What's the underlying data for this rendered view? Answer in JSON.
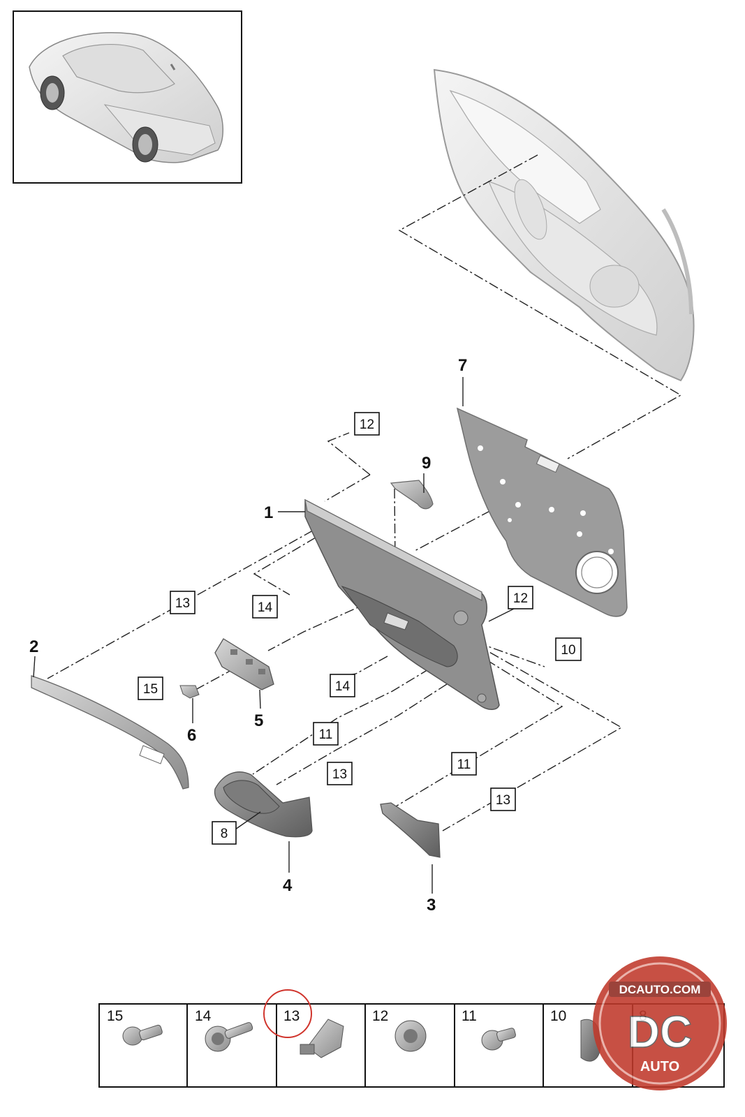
{
  "callouts": {
    "c1": "1",
    "c2": "2",
    "c3": "3",
    "c4": "4",
    "c5": "5",
    "c6": "6",
    "c7": "7",
    "c9": "9"
  },
  "boxed_labels": {
    "b8": "8",
    "b10": "10",
    "b11a": "11",
    "b11b": "11",
    "b12a": "12",
    "b12b": "12",
    "b13a": "13",
    "b13b": "13",
    "b13c": "13",
    "b14a": "14",
    "b14b": "14",
    "b15": "15"
  },
  "fastener_table": {
    "cells": [
      "15",
      "14",
      "13",
      "12",
      "11",
      "10",
      "8"
    ],
    "highlighted": "13"
  },
  "watermark": {
    "top_text": "DCAUTO.COM",
    "monogram": "DC",
    "bottom_text": "AUTO",
    "color": "#c0392b"
  },
  "colors": {
    "panel": "#9a9a9a",
    "trim": "#bcbcbc",
    "door_shell": "#ececec",
    "highlight_circle": "#d0342c"
  }
}
